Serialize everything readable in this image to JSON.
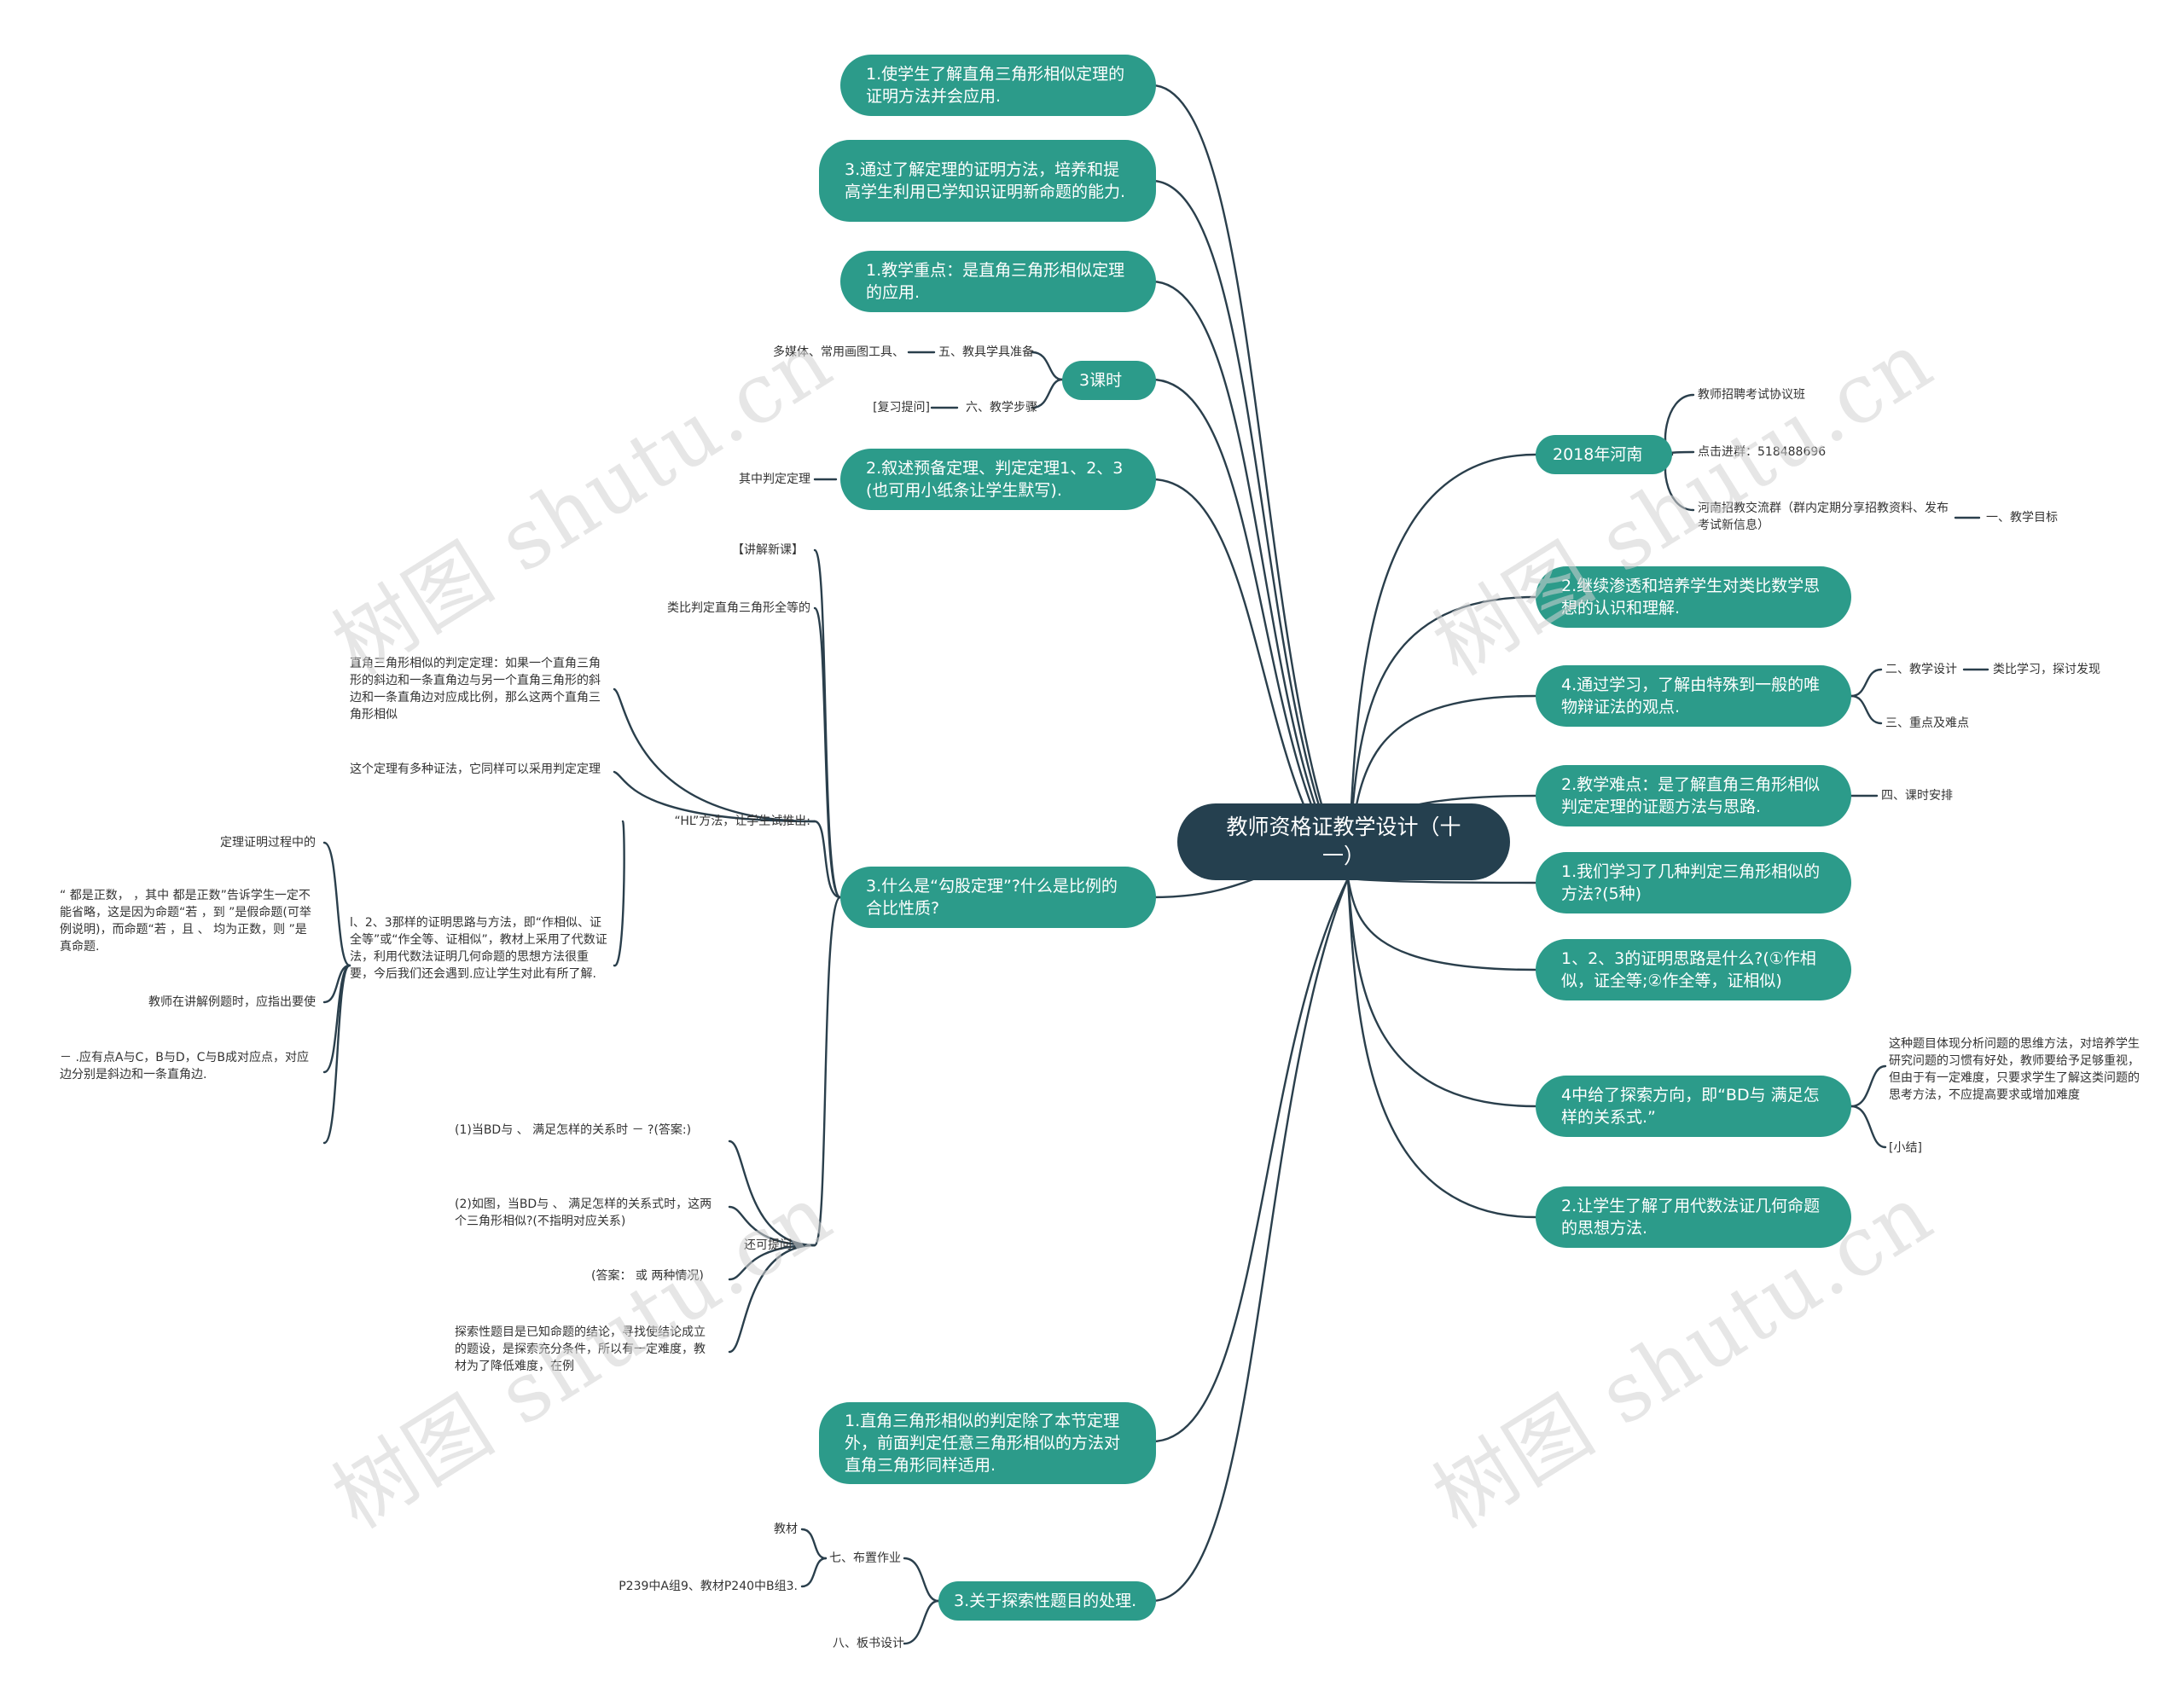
{
  "root": {
    "title": "教师资格证教学设计（十一）"
  },
  "left": {
    "n1": "1.使学生了解直角三角形相似定理的证明方法并会应用.",
    "n2": "3.通过了解定理的证明方法，培养和提高学生利用已学知识证明新命题的能力.",
    "n3": "1.教学重点：是直角三角形相似定理的应用.",
    "n4": "3课时",
    "n4_a": "五、教具学具准备",
    "n4_a1": "多媒体、常用画图工具、",
    "n4_b": "六、教学步骤",
    "n4_b1": "[复习提问]",
    "n5": "2.叙述预备定理、判定定理1、2、3(也可用小纸条让学生默写).",
    "n5_a": "其中判定定理",
    "n6": "3.什么是“勾股定理”?什么是比例的合比性质?",
    "n6_a": "【讲解新课】",
    "n6_b": "类比判定直角三角形全等的",
    "n6_c": "“HL”方法，让学生试推出:",
    "n6_c1": "直角三角形相似的判定定理：如果一个直角三角形的斜边和一条直角边与另一个直角三角形的斜边和一条直角边对应成比例，那么这两个直角三角形相似",
    "n6_c2": "这个定理有多种证法，它同样可以采用判定定理",
    "n6_c3": "l、2、3那样的证明思路与方法，即“作相似、证全等”或“作全等、证相似”，教材上采用了代数证法，利用代数法证明几何命题的思想方法很重要，今后我们还会遇到.应让学生对此有所了解.",
    "n6_c3a": "定理证明过程中的",
    "n6_c3b": "“ 都是正数， ，其中 都是正数”告诉学生一定不能省略，这是因为命题“若 ，到 ”是假命题(可举例说明)，而命题“若 ，且 、 均为正数，则 ”是真命题.",
    "n6_c3c": "教师在讲解例题时，应指出要使",
    "n6_c3d": "－ .应有点A与C，B与D，C与B成对应点，对应边分别是斜边和一条直角边.",
    "n6_d": "还可提问:",
    "n6_d1": "(1)当BD与 、 满足怎样的关系时 － ?(答案:)",
    "n6_d2": "(2)如图，当BD与 、 满足怎样的关系式时，这两个三角形相似?(不指明对应关系)",
    "n6_d3": "(答案： 或 两种情况)",
    "n6_d4": "探索性题目是已知命题的结论，寻找使结论成立的题设，是探索充分条件，所以有一定难度，教材为了降低难度，在例",
    "n7": "1.直角三角形相似的判定除了本节定理外，前面判定任意三角形相似的方法对直角三角形同样适用.",
    "n8": "3.关于探索性题目的处理.",
    "n8_a": "七、布置作业",
    "n8_a1": "教材",
    "n8_a2": "P239中A组9、教材P240中B组3.",
    "n8_b": "八、板书设计"
  },
  "right": {
    "m1": "2018年河南",
    "m1_a": "教师招聘考试协议班",
    "m1_b": "点击进群：518488696",
    "m1_c": "河南招教交流群（群内定期分享招教资料、发布考试新信息）",
    "m1_c1": "一、教学目标",
    "m2": "2.继续渗透和培养学生对类比数学思想的认识和理解.",
    "m3": "4.通过学习，了解由特殊到一般的唯物辩证法的观点.",
    "m3_a": "二、教学设计",
    "m3_a1": "类比学习，探讨发现",
    "m3_b": "三、重点及难点",
    "m4": "2.教学难点：是了解直角三角形相似判定定理的证题方法与思路.",
    "m4_a": "四、课时安排",
    "m5": "1.我们学习了几种判定三角形相似的方法?(5种)",
    "m6": "1、2、3的证明思路是什么?(①作相似，证全等;②作全等，证相似)",
    "m7": "4中给了探索方向，即“BD与 满足怎样的关系式.”",
    "m7_a": "这种题目体现分析问题的思维方法，对培养学生研究问题的习惯有好处，教师要给予足够重视，但由于有一定难度，只要求学生了解这类问题的思考方法，不应提高要求或增加难度",
    "m7_b": "[小结]",
    "m8": "2.让学生了解了用代数法证几何命题的思想方法."
  },
  "watermark": "树图 shutu.cn",
  "colors": {
    "root": "#25404f",
    "node": "#2c9b8a",
    "line": "#2a3f4c",
    "leafText": "#333333"
  }
}
